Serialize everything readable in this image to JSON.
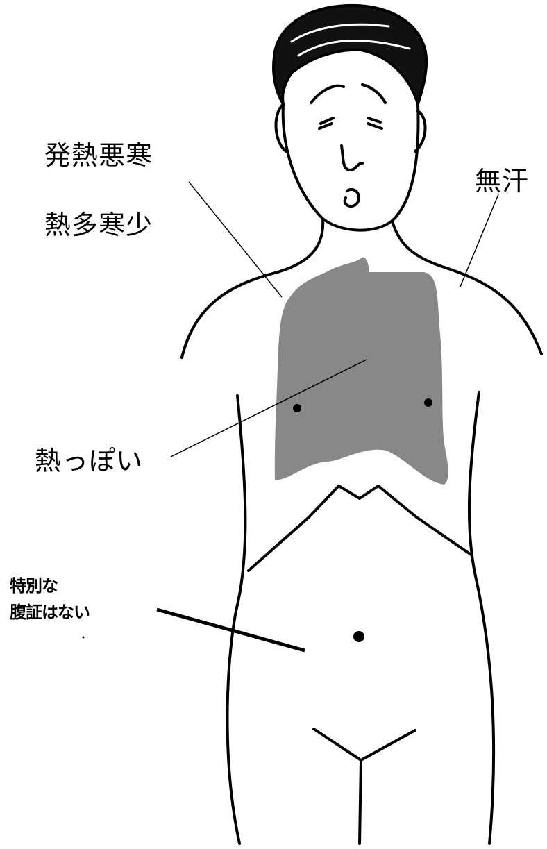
{
  "labels": {
    "fever_chills": "発熱悪寒",
    "more_heat_less_cold": "熱多寒少",
    "no_sweat": "無汗",
    "feverish": "熱っぽい",
    "abdomen_line1": "特別な",
    "abdomen_line2": "腹証はない"
  },
  "colors": {
    "line": "#000000",
    "chest_fill": "#888888",
    "background": "#ffffff"
  }
}
